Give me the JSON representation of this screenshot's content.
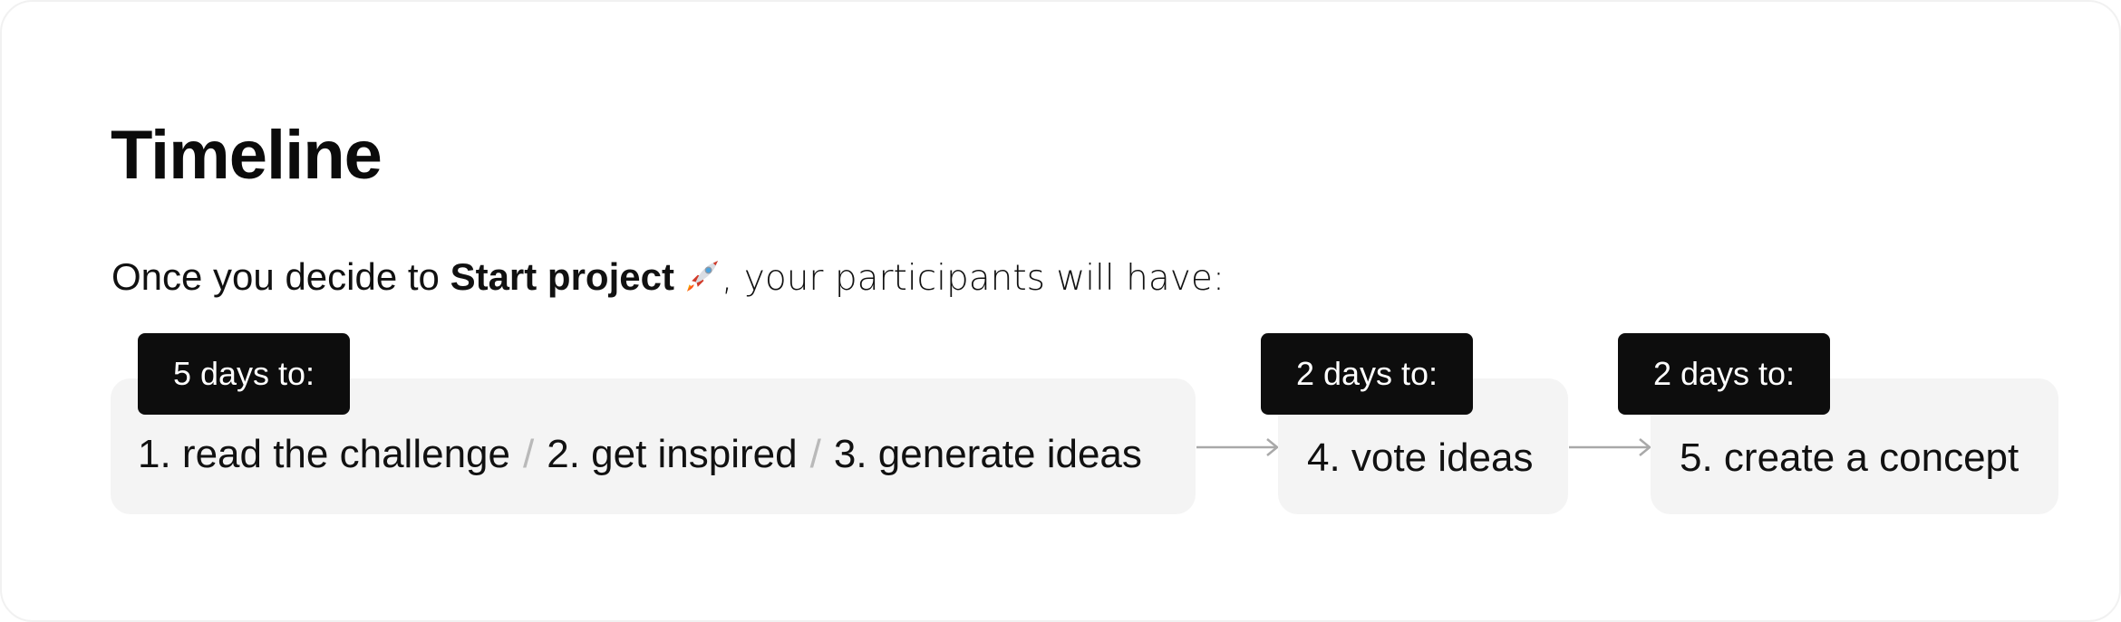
{
  "title": "Timeline",
  "intro": {
    "prefix": "Once you decide to ",
    "action": "Start project",
    "emoji": "rocket-icon",
    "suffix": ", your participants will have:"
  },
  "phases": [
    {
      "badge": "5 days to:",
      "steps": [
        "1. read the challenge",
        "2. get inspired",
        "3. generate ideas"
      ],
      "separator": "/"
    },
    {
      "badge": "2 days to:",
      "steps": [
        "4. vote ideas"
      ]
    },
    {
      "badge": "2 days to:",
      "steps": [
        "5. create a concept"
      ]
    }
  ],
  "colors": {
    "badge_bg": "#0d0d0d",
    "step_bg": "#f4f4f4",
    "separator": "#b9b9b9",
    "arrow": "#a9a9a9"
  }
}
